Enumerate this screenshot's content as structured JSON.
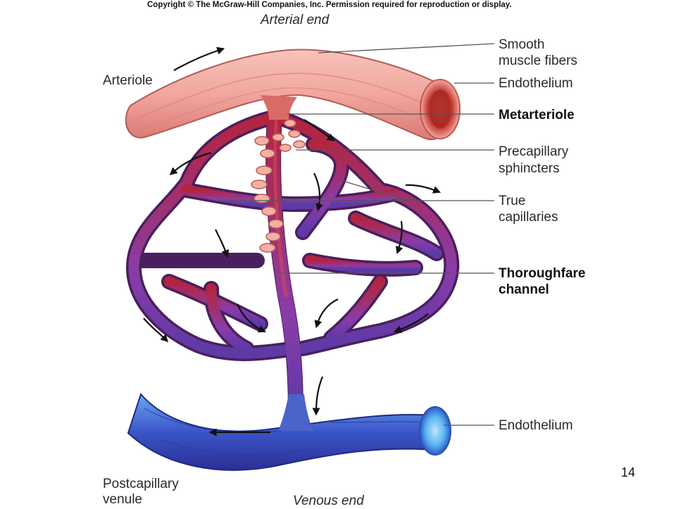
{
  "copyright": "Copyright © The McGraw-Hill Companies, Inc. Permission required for reproduction or display.",
  "page_number": "14",
  "labels": {
    "arterial_end": "Arterial end",
    "venous_end": "Venous end",
    "arteriole": "Arteriole",
    "postcapillary_line1": "Postcapillary",
    "postcapillary_line2": "venule",
    "smooth_line1": "Smooth",
    "smooth_line2": "muscle fibers",
    "endothelium_top": "Endothelium",
    "metarteriole": "Metarteriole",
    "precap_line1": "Precapillary",
    "precap_line2": "sphincters",
    "true_line1": "True",
    "true_line2": "capillaries",
    "thorough_line1": "Thoroughfare",
    "thorough_line2": "channel",
    "endothelium_bottom": "Endothelium"
  },
  "colors": {
    "arteriole": "#f2a69e",
    "arteriole_dark": "#d97a74",
    "capillary_red": "#b3243f",
    "capillary_purple": "#8a3ca8",
    "capillary_violet": "#5d3aa6",
    "venule": "#3a55c8",
    "venule_light": "#6aa6ee",
    "leader_line": "#555555"
  }
}
